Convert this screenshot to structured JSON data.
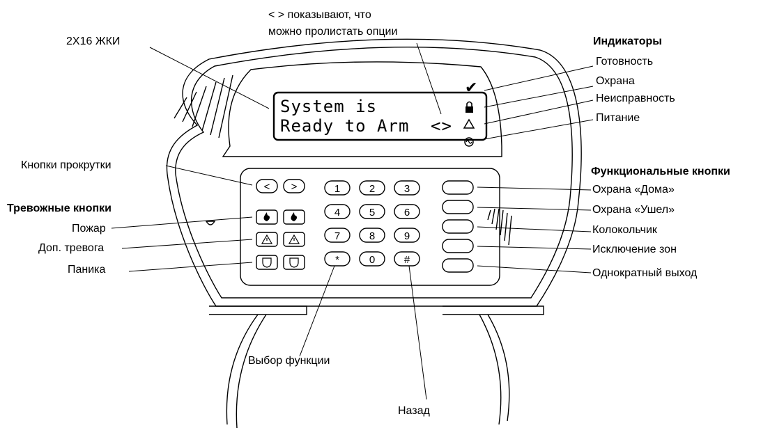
{
  "lcd": {
    "line1": "System is",
    "line2": "Ready to Arm",
    "scroll_glyph": "<>"
  },
  "labels": {
    "lcd_type": "2X16 ЖКИ",
    "scroll_hint_1": "< > показывают, что",
    "scroll_hint_2": "можно пролистать опции",
    "indicators_heading": "Индикаторы",
    "indicator_ready": "Готовность",
    "indicator_armed": "Охрана",
    "indicator_trouble": "Неисправность",
    "indicator_power": "Питание",
    "scroll_keys": "Кнопки прокрутки",
    "alarm_keys_heading": "Тревожные кнопки",
    "fire": "Пожар",
    "auxiliary": "Доп. тревога",
    "panic": "Паника",
    "function_keys_heading": "Функциональные кнопки",
    "stay_arm": "Охрана «Дома»",
    "away_arm": "Охрана «Ушел»",
    "chime": "Колокольчик",
    "bypass": "Исключение зон",
    "quick_exit": "Однократный выход",
    "function_select": "Выбор функции",
    "back": "Назад"
  },
  "keys": {
    "k1": "1",
    "k2": "2",
    "k3": "3",
    "k4": "4",
    "k5": "5",
    "k6": "6",
    "k7": "7",
    "k8": "8",
    "k9": "9",
    "kstar": "*",
    "k0": "0",
    "khash": "#",
    "scroll_left": "<",
    "scroll_right": ">"
  }
}
